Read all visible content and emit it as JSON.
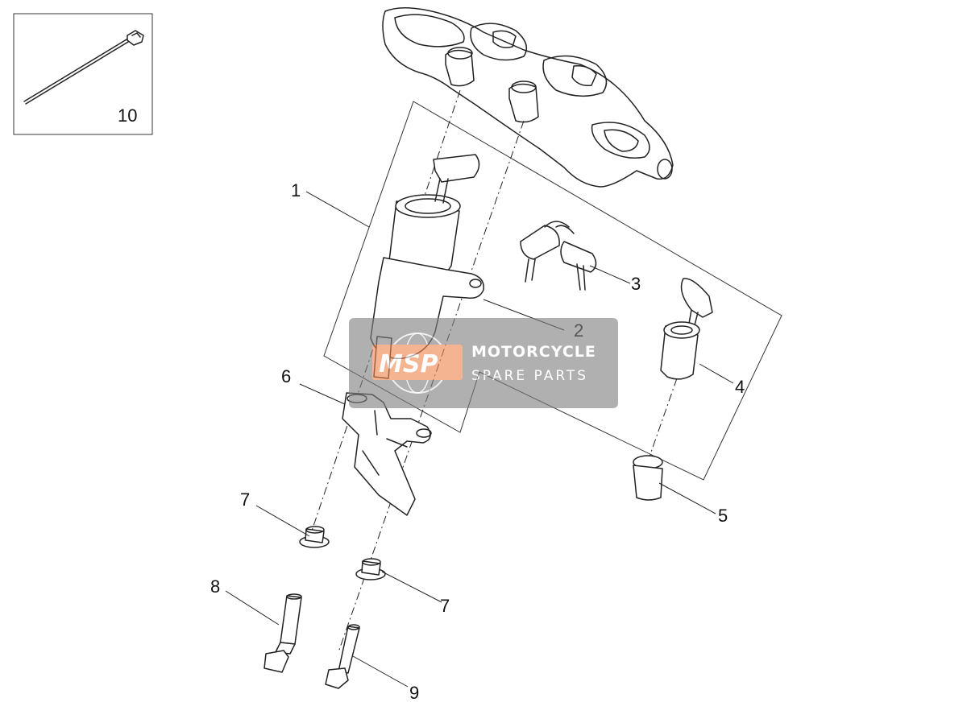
{
  "callouts": [
    {
      "id": "1",
      "label": "1"
    },
    {
      "id": "2",
      "label": "2"
    },
    {
      "id": "3",
      "label": "3"
    },
    {
      "id": "4",
      "label": "4"
    },
    {
      "id": "5",
      "label": "5"
    },
    {
      "id": "6",
      "label": "6"
    },
    {
      "id": "7a",
      "label": "7"
    },
    {
      "id": "7b",
      "label": "7"
    },
    {
      "id": "8",
      "label": "8"
    },
    {
      "id": "9",
      "label": "9"
    },
    {
      "id": "10",
      "label": "10"
    }
  ],
  "watermark": {
    "logo": "MSP",
    "line1": "MOTORCYCLE",
    "line2": "SPARE PARTS",
    "background": "#808080",
    "accent": "#f0874f"
  }
}
